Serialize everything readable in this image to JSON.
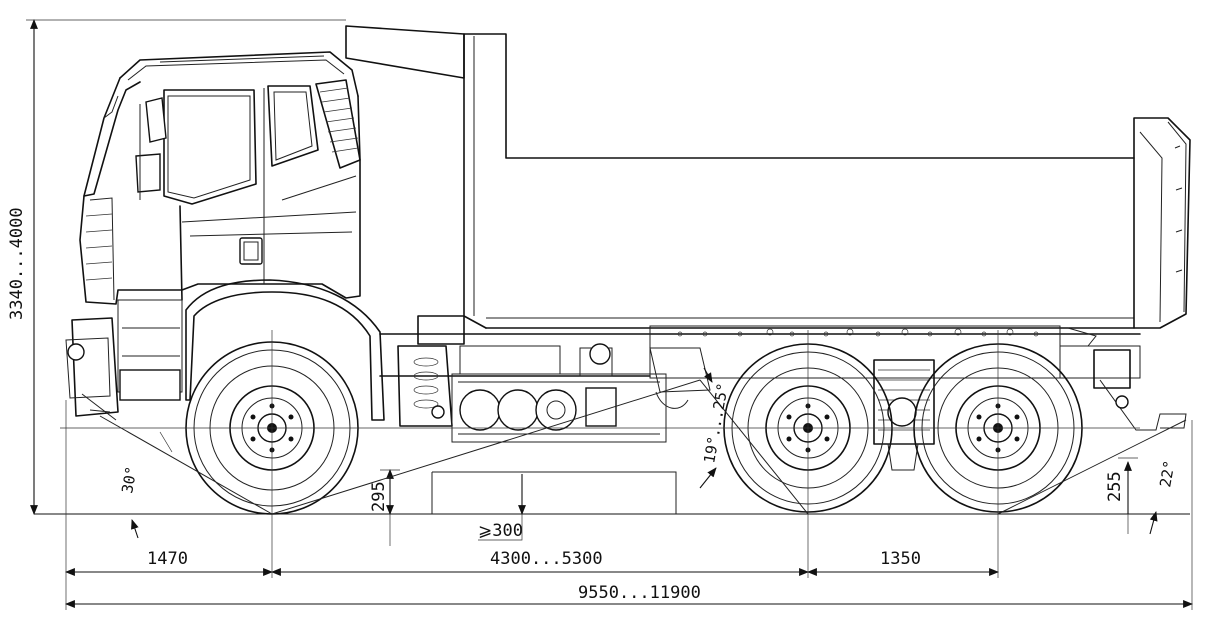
{
  "drawing": {
    "subject": "6x4 dump truck side elevation",
    "dimensions": {
      "overall_height": "3340...4000",
      "front_overhang": "1470",
      "wheelbase": "4300...5300",
      "rear_axle_spacing": "1350",
      "overall_length": "9550...11900",
      "front_clearance_height": "295",
      "min_gap": "⩾300",
      "rear_clearance_height": "255"
    },
    "angles": {
      "approach_angle": "30°",
      "ramp_angle": "19°...25°",
      "departure_angle": "22°"
    }
  }
}
